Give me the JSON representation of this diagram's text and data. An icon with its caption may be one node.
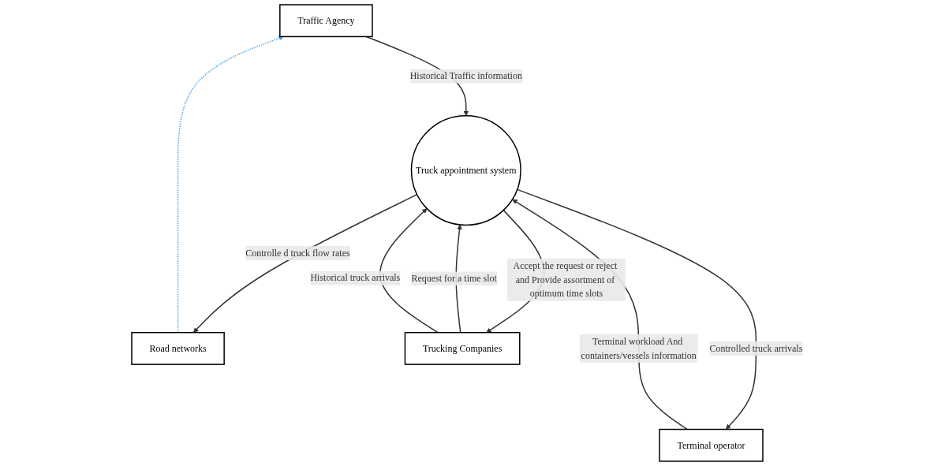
{
  "diagram": {
    "nodes": [
      {
        "text": [
          "Traffic Agency"
        ]
      },
      {
        "text": [
          "Terminal operator"
        ]
      },
      {
        "text": [
          "Truck appointment system"
        ]
      },
      {
        "text": [
          "Road networks"
        ]
      },
      {
        "text": [
          "Trucking Companies"
        ]
      }
    ],
    "edges": [
      {
        "from": 0,
        "to": 2,
        "arrow": "to",
        "label": "Historical Traffic information"
      },
      {
        "from": 1,
        "to": 2,
        "arrow": "to",
        "label": "Terminal workload And containers/vessels information"
      },
      {
        "from": 2,
        "to": 1,
        "arrow": "to",
        "label": "Controlled truck arrivals"
      },
      {
        "from": 2,
        "to": 3,
        "arrow": "to",
        "label": "Controlle d truck flow rates"
      },
      {
        "from": 4,
        "to": 2,
        "arrow": "to",
        "label": "Request for a time slot"
      },
      {
        "from": 4,
        "to": 2,
        "arrow": "to",
        "label": "Historical truck arrivals"
      },
      {
        "from": 2,
        "to": 4,
        "arrow": "to",
        "label": "Accept the request or reject and Provide assortment of optimum time slots"
      },
      {
        "from": 3,
        "to": 0,
        "arrow": "to",
        "style": "dashed",
        "color": "#4da3e8"
      }
    ]
  }
}
